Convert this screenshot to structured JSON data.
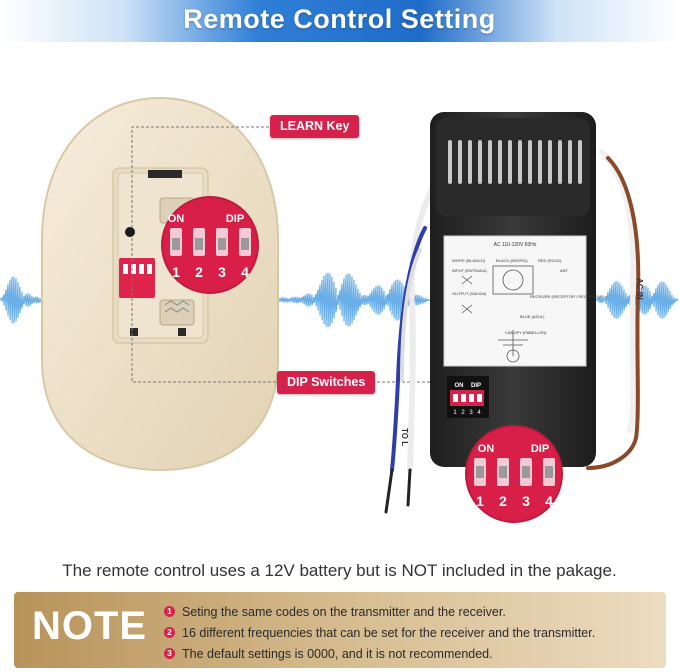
{
  "banner": {
    "title": "Remote Control Setting"
  },
  "callouts": {
    "learn_key": "LEARN Key",
    "dip_switches": "DIP Switches"
  },
  "switch_labels": {
    "on": "ON",
    "dip": "DIP",
    "positions": [
      "1",
      "2",
      "3",
      "4"
    ]
  },
  "receiver_label": {
    "input": "AC 110-120V 60Hz",
    "white_blanco": "WHITE (BLANCO)",
    "black_negro": "BLACK (NEGRO)",
    "red_rojo": "RED (ROJO)",
    "input_entrada": "INPUT (ENTRADA)",
    "output_salida": "OUTPUT (SALIDA)",
    "ant": "ANT",
    "receiver": "RECEIVER (RECEPTOR / RECEPTEUR)",
    "blue_azul": "BLUE (AZUL)",
    "canopy": "CANOPY (PABELLON)"
  },
  "wire_tags": {
    "ac_in": "AC IN",
    "to_light": "TO L"
  },
  "caption": "The remote control uses a 12V battery but is NOT included in the pakage.",
  "note": {
    "title": "NOTE",
    "items": [
      {
        "num": "1",
        "text": "Seting the same codes on the transmitter and the receiver."
      },
      {
        "num": "2",
        "text": "16 different frequencies that can be set for the receiver and the transmitter."
      },
      {
        "num": "3",
        "text": "The default settings is 0000, and it is not recommended."
      }
    ]
  },
  "colors": {
    "banner": "#1f6cc9",
    "accent": "#d6224a",
    "note_bg": "#c9a874",
    "remote": "#efe3cc",
    "receiver": "#2c2c2c",
    "wave": "#5aa6e6"
  }
}
